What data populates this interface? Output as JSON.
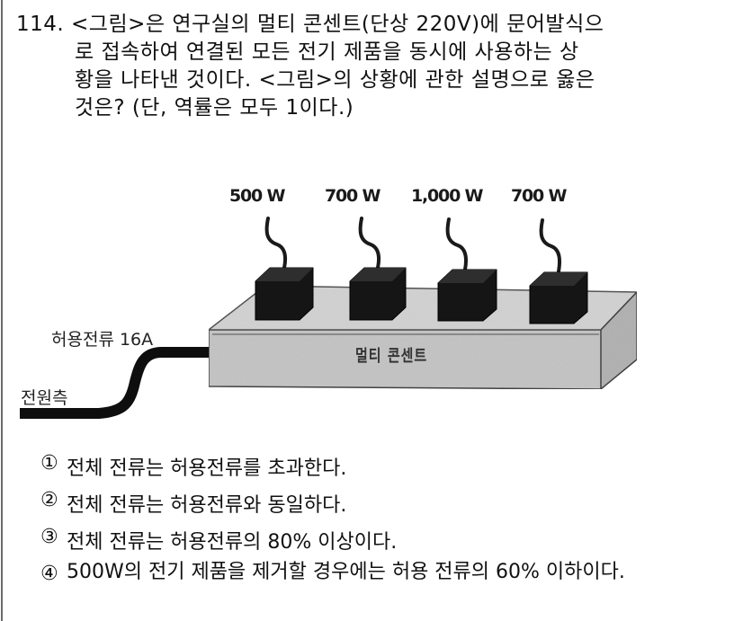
{
  "question": {
    "number": "114.",
    "lines": [
      "<그림>은 연구실의 멀티 콘센트(단상 220V)에 문어발식으",
      "로 접속하여 연결된 모든 전기 제품을 동시에 사용하는 상",
      "황을 나타낸 것이다. <그림>의 상황에 관한 설명으로 옳은",
      "것은? (단, 역률은 모두 1이다.)"
    ]
  },
  "figure": {
    "appliances": [
      {
        "label": "500 W"
      },
      {
        "label": "700 W"
      },
      {
        "label": "1,000 W"
      },
      {
        "label": "700 W"
      }
    ],
    "allowable_current_label": "허용전류 16A",
    "power_side_label": "전원측",
    "strip_label": "멀티 콘센트",
    "colors": {
      "device": "#151515",
      "strip_top": "#d4d4d4",
      "strip_front": "#c6c6c6",
      "strip_side": "#b4b4b4",
      "cable": "#0e0e0e"
    }
  },
  "options": [
    {
      "num": "①",
      "text": "전체 전류는 허용전류를 초과한다."
    },
    {
      "num": "②",
      "text": "전체 전류는 허용전류와 동일하다."
    },
    {
      "num": "③",
      "text": "전체 전류는 허용전류의 80% 이상이다."
    },
    {
      "num": "④",
      "text": "500W의 전기 제품을 제거할 경우에는 허용 전류의 60% 이하이다."
    }
  ]
}
